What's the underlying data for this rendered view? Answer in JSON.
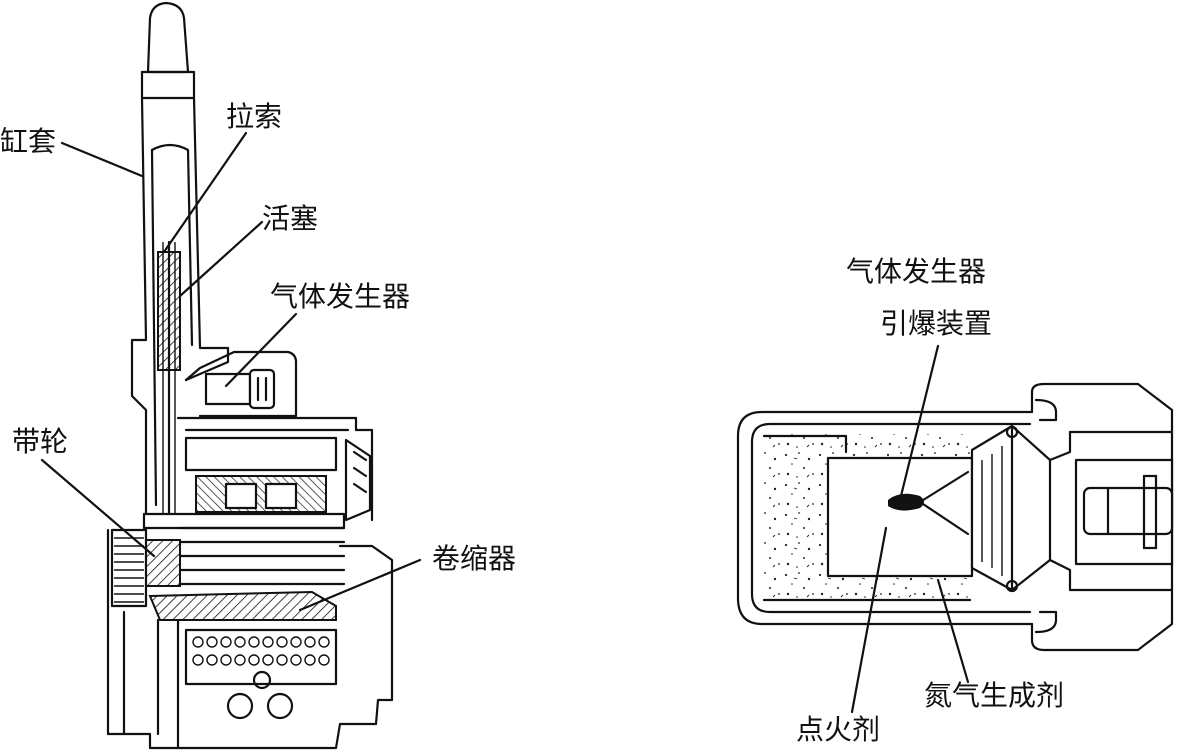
{
  "left_figure": {
    "labels": {
      "cylinder": "缸套",
      "cable": "拉索",
      "piston": "活塞",
      "gas_generator": "气体发生器",
      "pulley": "带轮",
      "retractor": "卷缩器"
    }
  },
  "right_figure": {
    "labels": {
      "gas_generator": "气体发生器",
      "detonator": "引爆装置",
      "igniter": "点火剂",
      "nitrogen_agent": "氮气生成剂"
    }
  }
}
